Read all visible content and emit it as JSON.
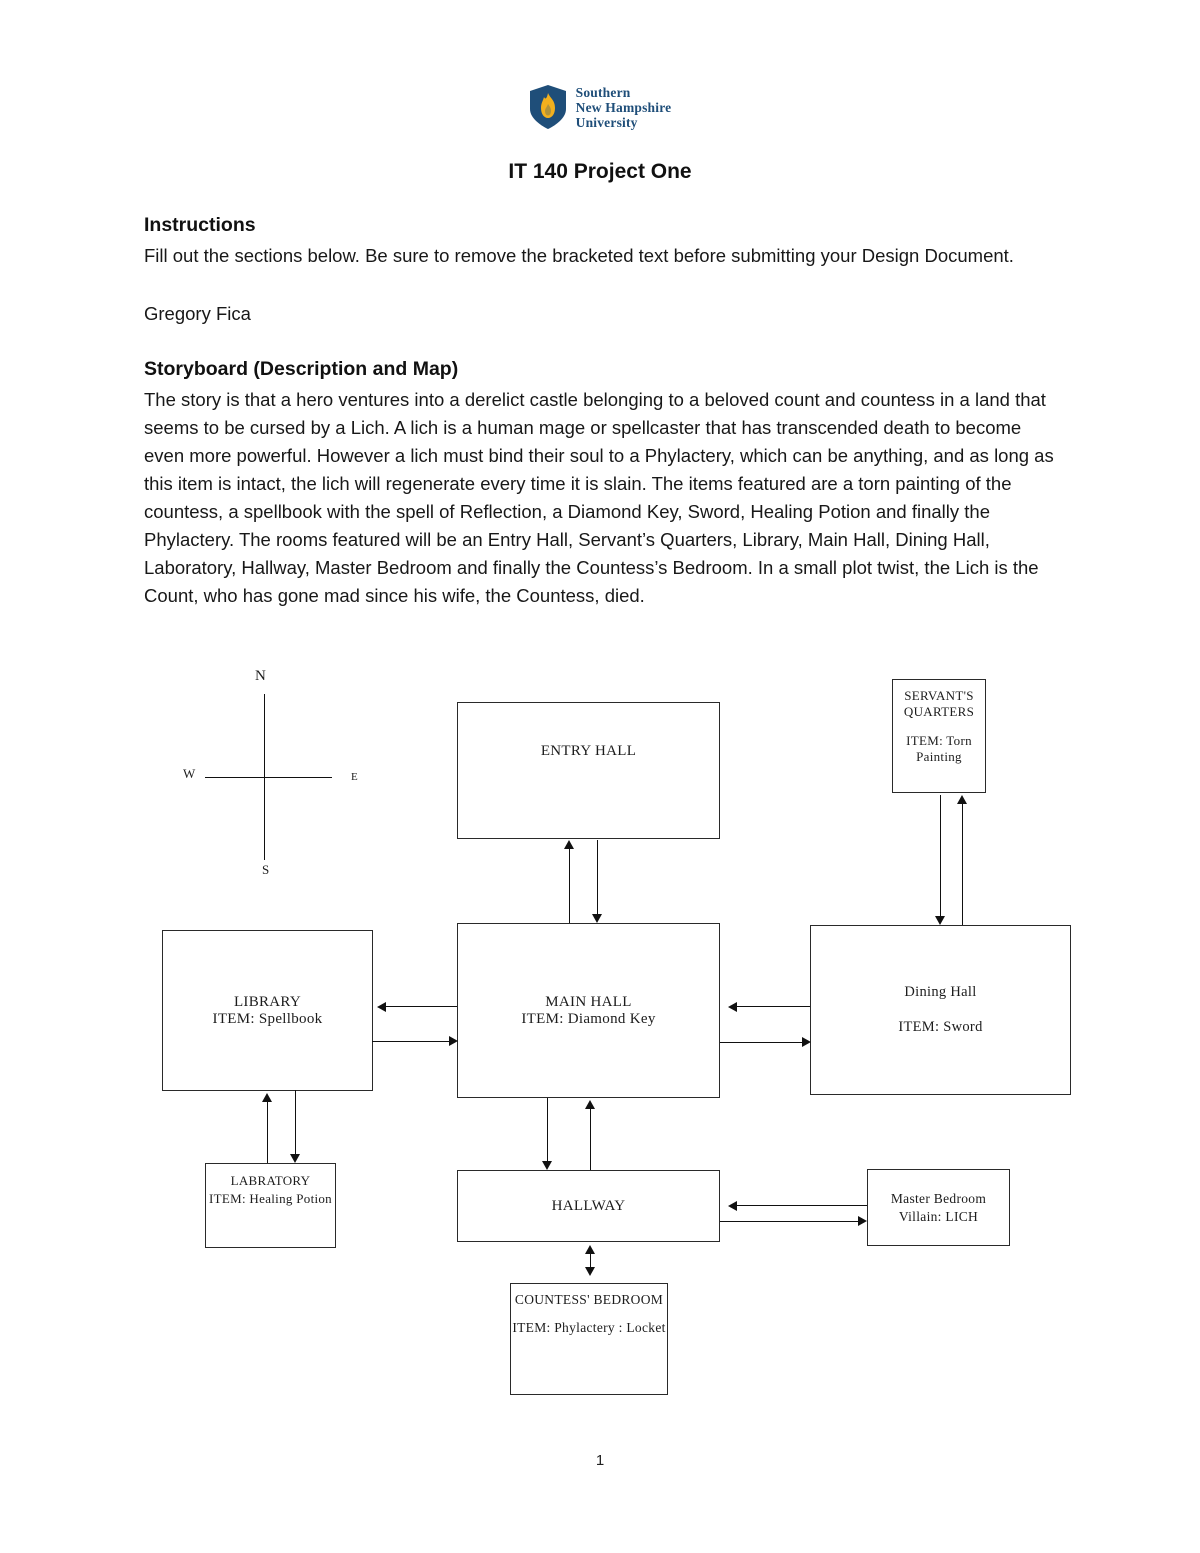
{
  "page": {
    "title": "IT 140 Project One",
    "page_number": "1"
  },
  "logo": {
    "line1": "Southern",
    "line2": "New Hampshire",
    "line3": "University",
    "brand_navy": "#1f4e79",
    "flame_gold": "#f2b01e"
  },
  "sections": {
    "instructions_heading": "Instructions",
    "instructions_body": "Fill out the sections below. Be sure to remove the bracketed text before submitting your Design Document.",
    "author": "Gregory Fica",
    "storyboard_heading": "Storyboard (Description and Map)",
    "storyboard_body": "The story is that a hero ventures into a derelict castle belonging to a beloved count and countess in a land that seems to be cursed by a Lich. A lich is a human mage or spellcaster that has transcended death to become even more powerful. However a lich must bind their soul to a Phylactery, which can be anything, and as long as this item is intact, the lich will regenerate every time it is slain. The items featured are a torn painting of the countess, a spellbook with the spell of Reflection, a Diamond Key, Sword, Healing Potion and finally the Phylactery. The rooms featured will be an Entry Hall, Servant’s Quarters, Library, Main Hall, Dining Hall, Laboratory, Hallway, Master Bedroom and finally the Countess’s Bedroom. In a small plot twist, the Lich is the Count, who has gone mad since his wife, the Countess, died."
  },
  "map": {
    "compass": {
      "n": "N",
      "w": "W",
      "e": "E",
      "s": "S"
    },
    "rooms": {
      "entry_hall": {
        "name": "ENTRY HALL",
        "item": ""
      },
      "servants_quarters": {
        "name": "SERVANT'S QUARTERS",
        "item": "ITEM: Torn Painting"
      },
      "library": {
        "name": "LIBRARY",
        "item": "ITEM: Spellbook"
      },
      "main_hall": {
        "name": "MAIN HALL",
        "item": "ITEM: Diamond Key"
      },
      "dining_hall": {
        "name": "Dining Hall",
        "item": "ITEM: Sword"
      },
      "labratory": {
        "name": "LABRATORY",
        "item": "ITEM: Healing Potion"
      },
      "hallway": {
        "name": "HALLWAY",
        "item": ""
      },
      "master_bedroom": {
        "name": "Master Bedroom",
        "item": "Villain: LICH"
      },
      "countess_bedroom": {
        "name": "COUNTESS' BEDROOM",
        "item": "ITEM: Phylactery : Locket"
      }
    }
  }
}
